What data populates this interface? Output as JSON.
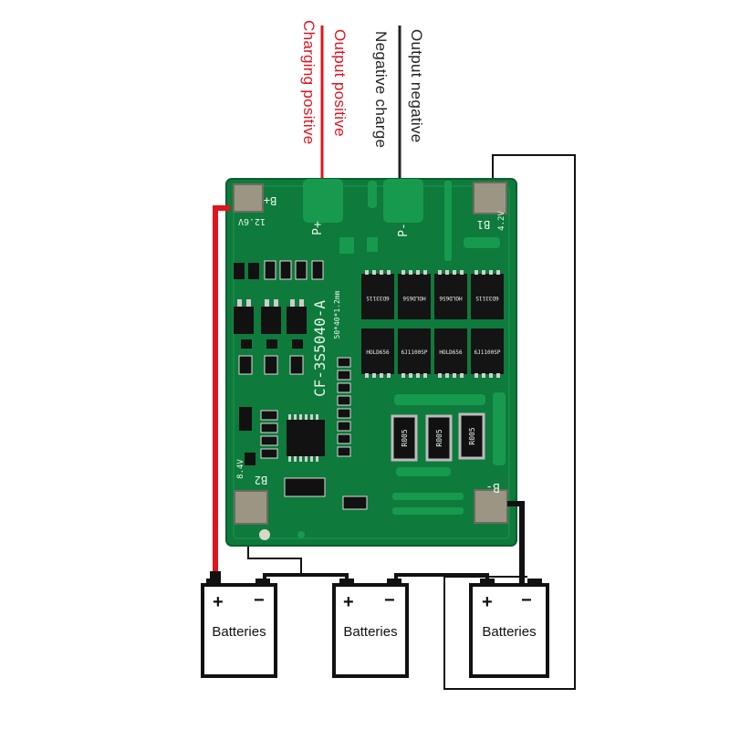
{
  "wire_labels": {
    "charging_positive": "Charging positive",
    "output_positive": "Output positive",
    "negative_charge": "Negative charge",
    "output_negative": "Output negative"
  },
  "board": {
    "model": "CF-3S5040-A",
    "size": "50*40*1.2mm",
    "pad_b_plus": "B+",
    "pad_p_plus": "P+",
    "pad_p_minus": "P-",
    "pad_b1": "B1",
    "pad_b2": "B2",
    "pad_b_minus": "B-",
    "volt_126": "12.6V",
    "volt_42": "4.2V",
    "volt_84": "8.4V",
    "resistors": [
      "R005",
      "R005",
      "R005"
    ],
    "mosfets_top": [
      "6D3311S",
      "HOLD656",
      "HOLD656",
      "6D3311S"
    ],
    "mosfets_bottom": [
      "HOLD656",
      "6J1100SP",
      "HOLD656",
      "6J1100SP"
    ]
  },
  "batteries": [
    {
      "label": "Batteries",
      "plus": "+",
      "minus": "−"
    },
    {
      "label": "Batteries",
      "plus": "+",
      "minus": "−"
    },
    {
      "label": "Batteries",
      "plus": "+",
      "minus": "−"
    }
  ],
  "colors": {
    "pcb": "#0e7a3c",
    "pcb_dark": "#08612e",
    "wire_red": "#e0141e",
    "wire_black": "#111111",
    "label_red": "#e0141e",
    "label_dark": "#222222",
    "pad": "#9a9683"
  }
}
